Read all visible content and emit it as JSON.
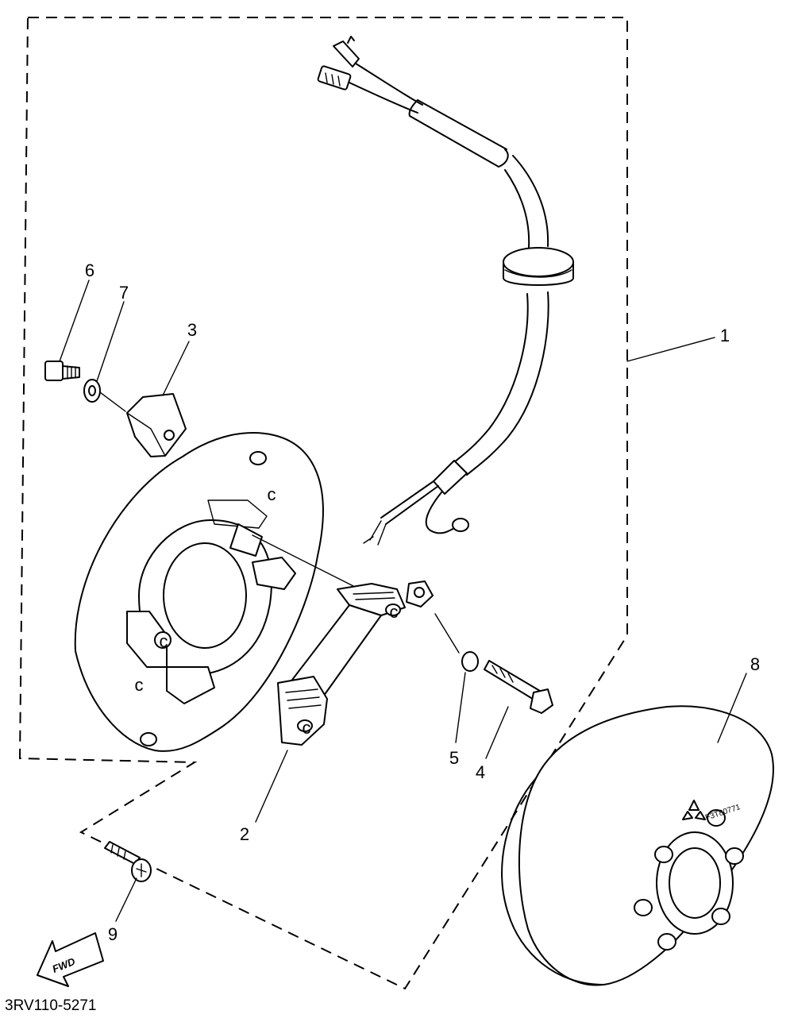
{
  "diagram": {
    "drawing_code": "3RV110-5271",
    "rotor_stamp": "F3T80771",
    "direction_arrow": "FWD",
    "callouts": [
      "1",
      "2",
      "3",
      "4",
      "5",
      "6",
      "7",
      "8",
      "9"
    ],
    "stator_marks": [
      "c",
      "c",
      "c",
      "c",
      "c"
    ]
  }
}
